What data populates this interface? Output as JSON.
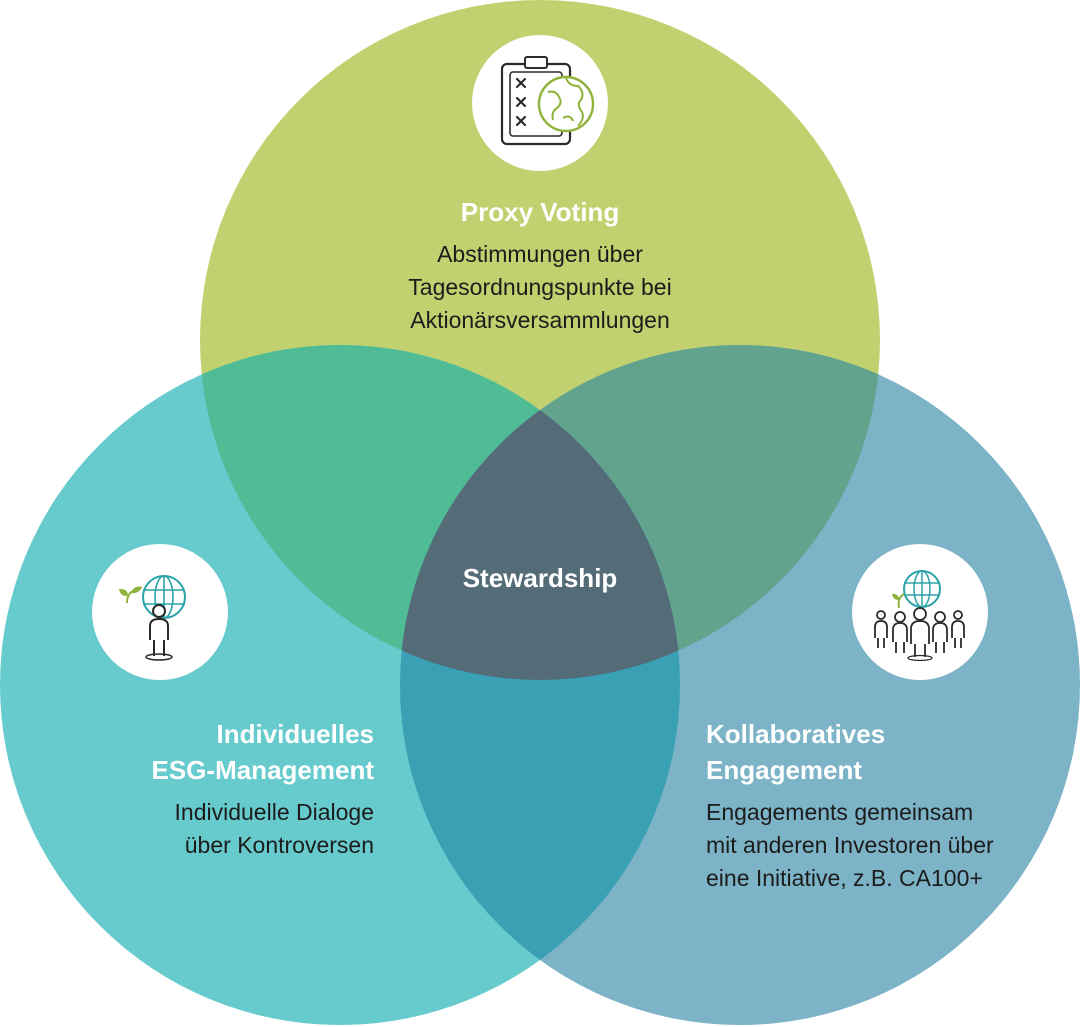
{
  "diagram": {
    "center_label": "Stewardship",
    "colors": {
      "top": "#c2d16f",
      "left": "#67cbcd",
      "right": "#7cb3c6",
      "top_left": "#4fbc96",
      "top_right": "#62a38e",
      "left_right": "#3aa0b4",
      "center": "#546b78",
      "icon_line": "#2b2b2b",
      "icon_accent_green": "#8fb33a",
      "icon_accent_teal": "#2aa3a8"
    },
    "circles": [
      {
        "id": "top",
        "icon": "clipboard-globe-icon",
        "title_lines": [
          "Proxy Voting"
        ],
        "desc_lines": [
          "Abstimmungen über",
          "Tagesordnungspunkte bei",
          "Aktionärsversammlungen"
        ]
      },
      {
        "id": "left",
        "icon": "person-globe-sprout-icon",
        "title_lines": [
          "Individuelles",
          "ESG-Management"
        ],
        "desc_lines": [
          "Individuelle Dialoge",
          "über Kontroversen"
        ]
      },
      {
        "id": "right",
        "icon": "group-globe-sprout-icon",
        "title_lines": [
          "Kollaboratives",
          "Engagement"
        ],
        "desc_lines": [
          "Engagements gemeinsam",
          "mit anderen Investoren über",
          "eine Initiative, z.B. CA100+"
        ]
      }
    ]
  }
}
